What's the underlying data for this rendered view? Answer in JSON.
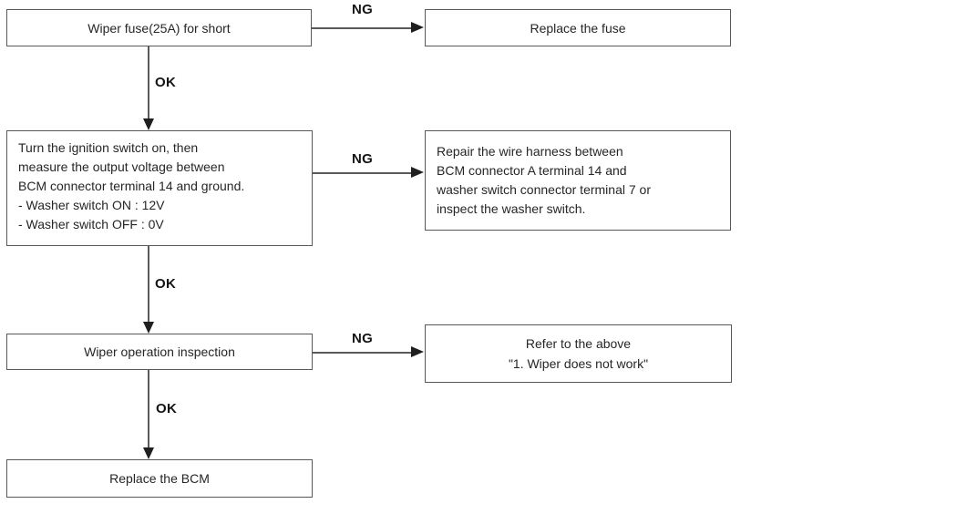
{
  "diagram": {
    "type": "flowchart",
    "nodes": {
      "check_fuse": {
        "text": "Wiper fuse(25A) for short"
      },
      "replace_fuse": {
        "text": "Replace the fuse"
      },
      "measure_voltage": {
        "text": "Turn the ignition switch on, then\nmeasure the output voltage between\nBCM connector terminal 14 and ground.\n- Washer switch ON : 12V\n- Washer switch OFF : 0V"
      },
      "repair_harness": {
        "text": "Repair the wire harness between\nBCM connector A terminal 14 and\nwasher switch connector terminal 7 or\ninspect the washer switch."
      },
      "wiper_inspection": {
        "text": "Wiper operation inspection"
      },
      "refer_above": {
        "text": "Refer to the above\n\"1. Wiper does not work\""
      },
      "replace_bcm": {
        "text": "Replace the BCM"
      }
    },
    "edges": [
      {
        "from": "check_fuse",
        "to": "replace_fuse",
        "label": "NG"
      },
      {
        "from": "check_fuse",
        "to": "measure_voltage",
        "label": "OK"
      },
      {
        "from": "measure_voltage",
        "to": "repair_harness",
        "label": "NG"
      },
      {
        "from": "measure_voltage",
        "to": "wiper_inspection",
        "label": "OK"
      },
      {
        "from": "wiper_inspection",
        "to": "refer_above",
        "label": "NG"
      },
      {
        "from": "wiper_inspection",
        "to": "replace_bcm",
        "label": "OK"
      }
    ],
    "colors": {
      "background": "#ffffff",
      "box_border": "#595959",
      "line": "#5a5a5a",
      "arrowhead": "#1f1f1f",
      "text": "#262626",
      "label_text": "#141414"
    }
  }
}
